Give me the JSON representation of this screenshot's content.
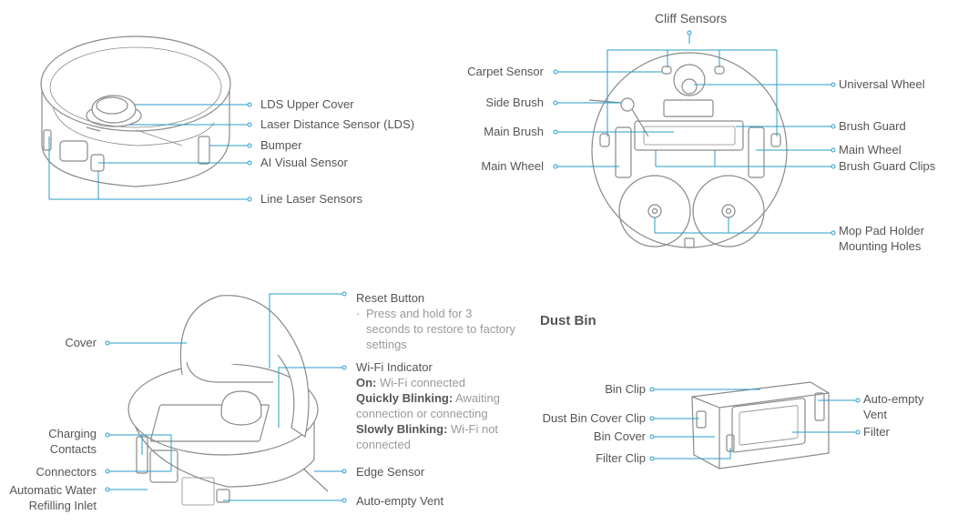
{
  "top_left": {
    "labels": [
      "LDS Upper Cover",
      "Laser Distance Sensor (LDS)",
      "Bumper",
      "AI Visual Sensor",
      "Line Laser Sensors"
    ]
  },
  "top_right": {
    "cliff_sensors": "Cliff Sensors",
    "left_labels": [
      "Carpet Sensor",
      "Side Brush",
      "Main Brush",
      "Main Wheel"
    ],
    "right_labels": [
      "Universal Wheel",
      "Brush Guard",
      "Main Wheel",
      "Brush Guard Clips"
    ],
    "mop_line1": "Mop Pad Holder",
    "mop_line2": "Mounting Holes"
  },
  "bottom_left": {
    "left_labels": {
      "cover": "Cover",
      "charging1": "Charging",
      "charging2": "Contacts",
      "connectors": "Connectors",
      "auto_water1": "Automatic Water",
      "auto_water2": "Refilling Inlet"
    },
    "reset": {
      "title": "Reset Button",
      "bullet": "·",
      "desc": [
        "Press and hold for 3",
        "seconds to restore to factory",
        "settings"
      ]
    },
    "wifi": {
      "title": "Wi-Fi Indicator",
      "on_key": "On:",
      "on_val": "Wi-Fi connected",
      "quick_key": "Quickly Blinking:",
      "quick_val1": "Awaiting",
      "quick_val2": "connection or connecting",
      "slow_key": "Slowly Blinking:",
      "slow_val1": "Wi-Fi not",
      "slow_val2": "connected"
    },
    "edge_sensor": "Edge Sensor",
    "auto_empty_vent": "Auto-empty Vent"
  },
  "dust_bin": {
    "title": "Dust Bin",
    "left_labels": [
      "Bin Clip",
      "Dust Bin Cover Clip",
      "Bin Cover",
      "Filter Clip"
    ],
    "right_auto1": "Auto-empty",
    "right_auto2": "Vent",
    "right_filter": "Filter"
  },
  "colors": {
    "line": "#2a9cc8",
    "outline": "#8a8a8a",
    "text": "#555555",
    "subtext": "#9a9a9a"
  }
}
